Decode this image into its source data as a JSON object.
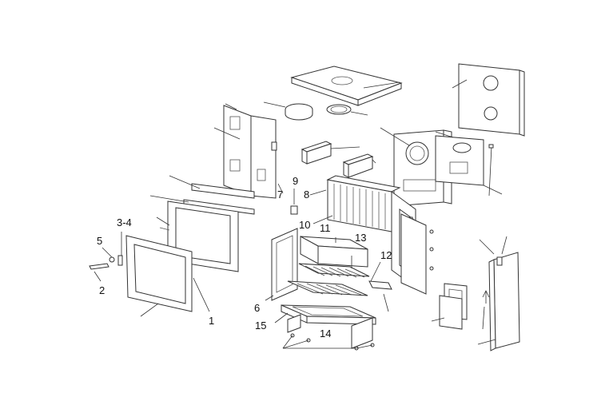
{
  "diagram": {
    "labels": [
      {
        "id": "label-1",
        "text": "1"
      },
      {
        "id": "label-2",
        "text": "2"
      },
      {
        "id": "label-3-4",
        "text": "3-4"
      },
      {
        "id": "label-5",
        "text": "5"
      },
      {
        "id": "label-6",
        "text": "6"
      },
      {
        "id": "label-7",
        "text": "7"
      },
      {
        "id": "label-8",
        "text": "8"
      },
      {
        "id": "label-9",
        "text": "9"
      },
      {
        "id": "label-10",
        "text": "10"
      },
      {
        "id": "label-11",
        "text": "11"
      },
      {
        "id": "label-12",
        "text": "12"
      },
      {
        "id": "label-13",
        "text": "13"
      },
      {
        "id": "label-14",
        "text": "14"
      },
      {
        "id": "label-15",
        "text": "15"
      }
    ]
  }
}
